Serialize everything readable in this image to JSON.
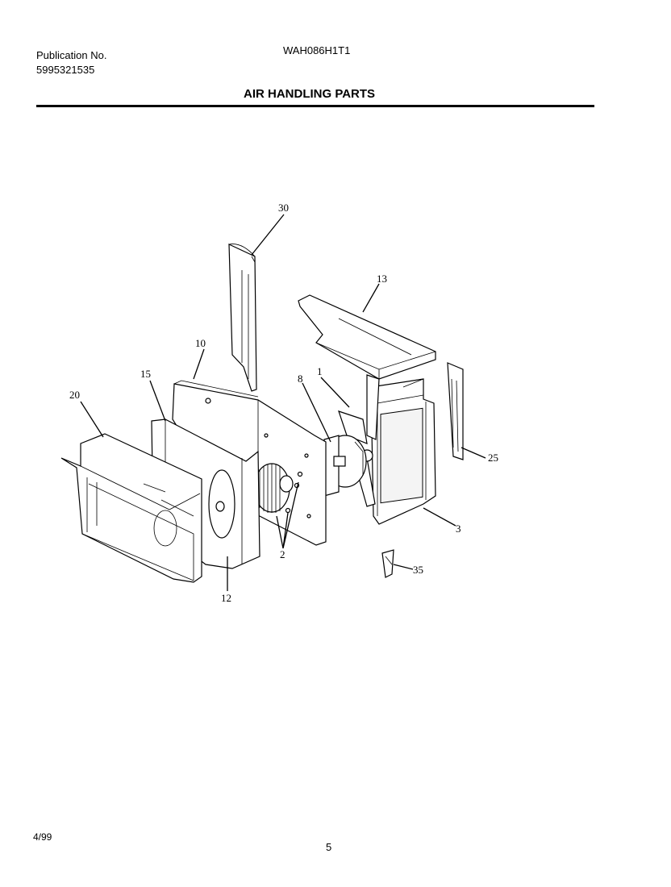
{
  "header": {
    "publication_label": "Publication No.",
    "publication_number": "5995321535",
    "model": "WAH086H1T1",
    "title": "AIR HANDLING PARTS"
  },
  "footer": {
    "date": "4/99",
    "page_number": "5"
  },
  "callouts": {
    "c30": "30",
    "c13": "13",
    "c10": "10",
    "c15": "15",
    "c20": "20",
    "c8": "8",
    "c1": "1",
    "c25": "25",
    "c3": "3",
    "c2": "2",
    "c35": "35",
    "c12": "12"
  }
}
